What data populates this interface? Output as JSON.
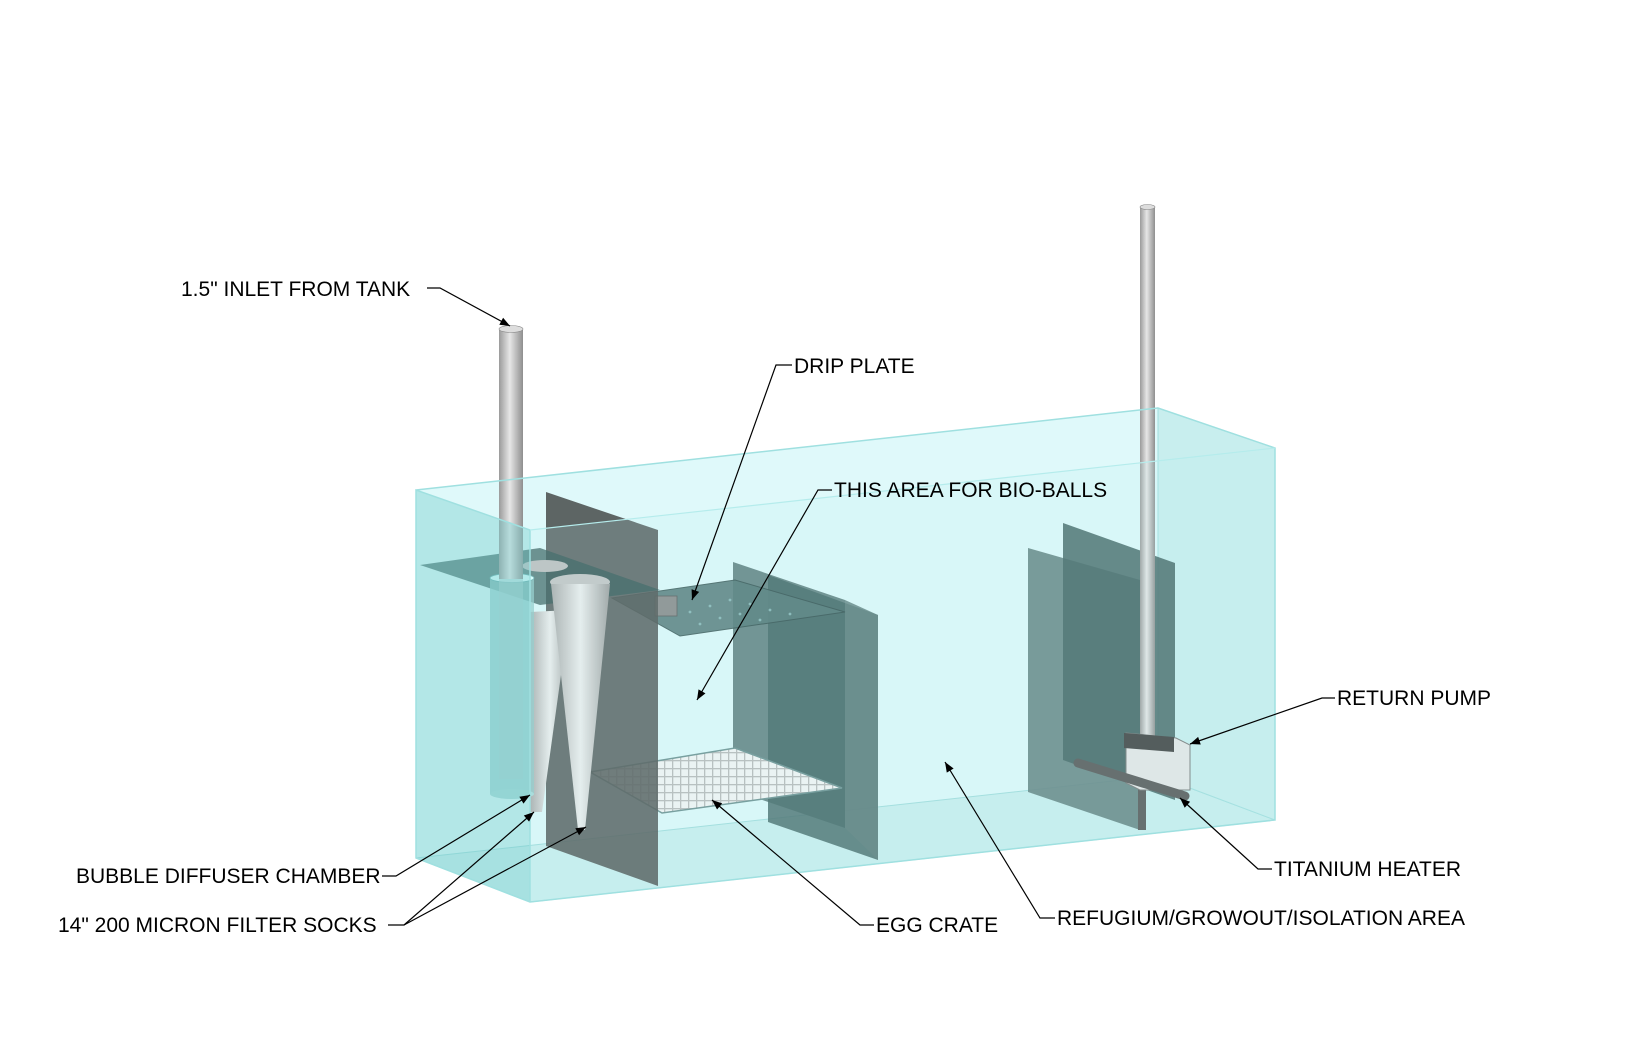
{
  "labels": {
    "inlet": "1.5\" INLET FROM TANK",
    "drip_plate": "DRIP PLATE",
    "bio_balls": "THIS AREA FOR BIO-BALLS",
    "return_pump": "RETURN PUMP",
    "bubble_diffuser": "BUBBLE DIFFUSER CHAMBER",
    "filter_socks": "14\" 200 MICRON FILTER SOCKS",
    "egg_crate": "EGG CRATE",
    "titanium_heater": "TITANIUM HEATER",
    "refugium": "REFUGIUM/GROWOUT/ISOLATION AREA"
  },
  "colors": {
    "water": "#dff9fa",
    "glass_side": "#a9e3e3",
    "baffle_dark": "#555c5b",
    "baffle_teal": "#466665",
    "pipe": "#c0c0c0"
  }
}
